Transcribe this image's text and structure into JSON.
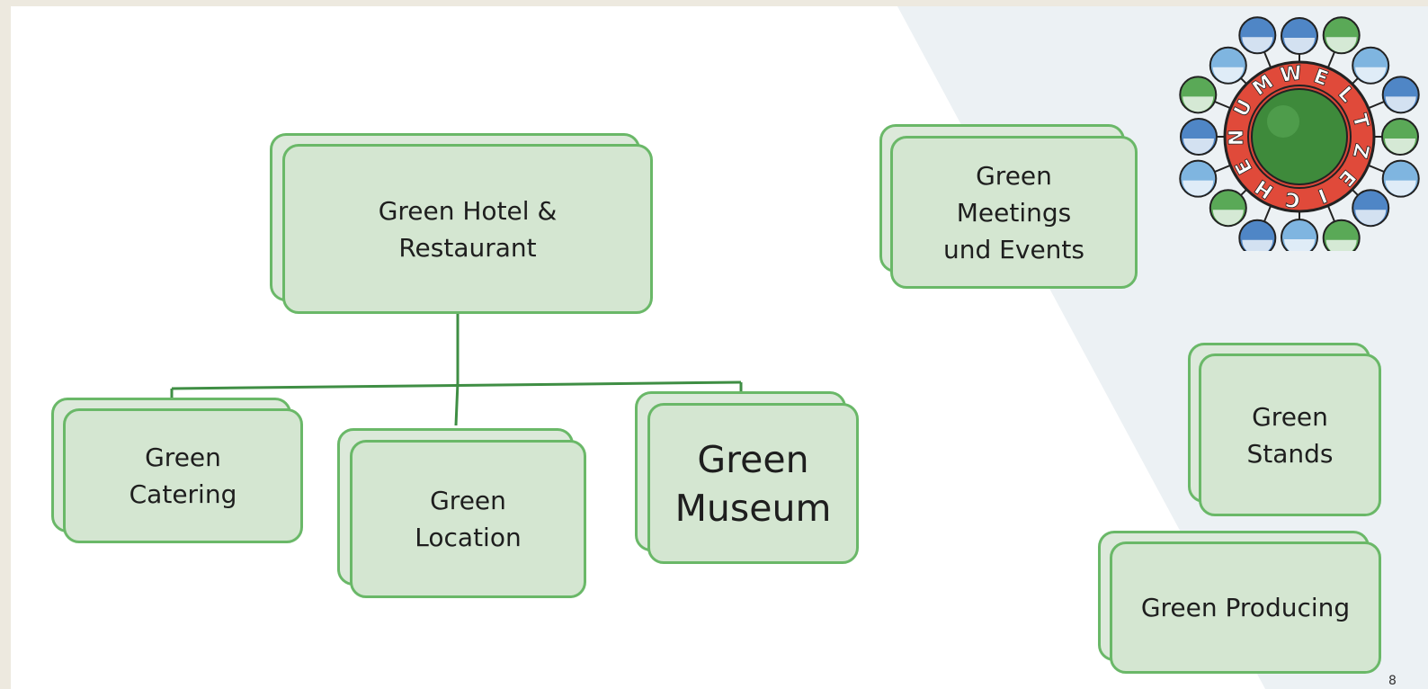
{
  "diagram": {
    "root": {
      "lines": [
        "Green Hotel &",
        "Restaurant"
      ]
    },
    "children": [
      {
        "lines": [
          "Green",
          "Catering"
        ]
      },
      {
        "lines": [
          "Green",
          "Location"
        ]
      },
      {
        "lines": [
          "Green",
          "Museum"
        ]
      }
    ],
    "standalone": [
      {
        "lines": [
          "Green",
          "Meetings",
          "und Events"
        ]
      },
      {
        "lines": [
          "Green",
          "Stands"
        ]
      },
      {
        "lines": [
          "Green Producing"
        ]
      }
    ]
  },
  "logo": {
    "text": "UMWELTZEICHEN"
  },
  "colors": {
    "box_border": "#6ab868",
    "box_fill": "#d4e6d1",
    "connector": "#3f8e44",
    "background_shape": "#ecf1f4"
  },
  "page_number": "8"
}
